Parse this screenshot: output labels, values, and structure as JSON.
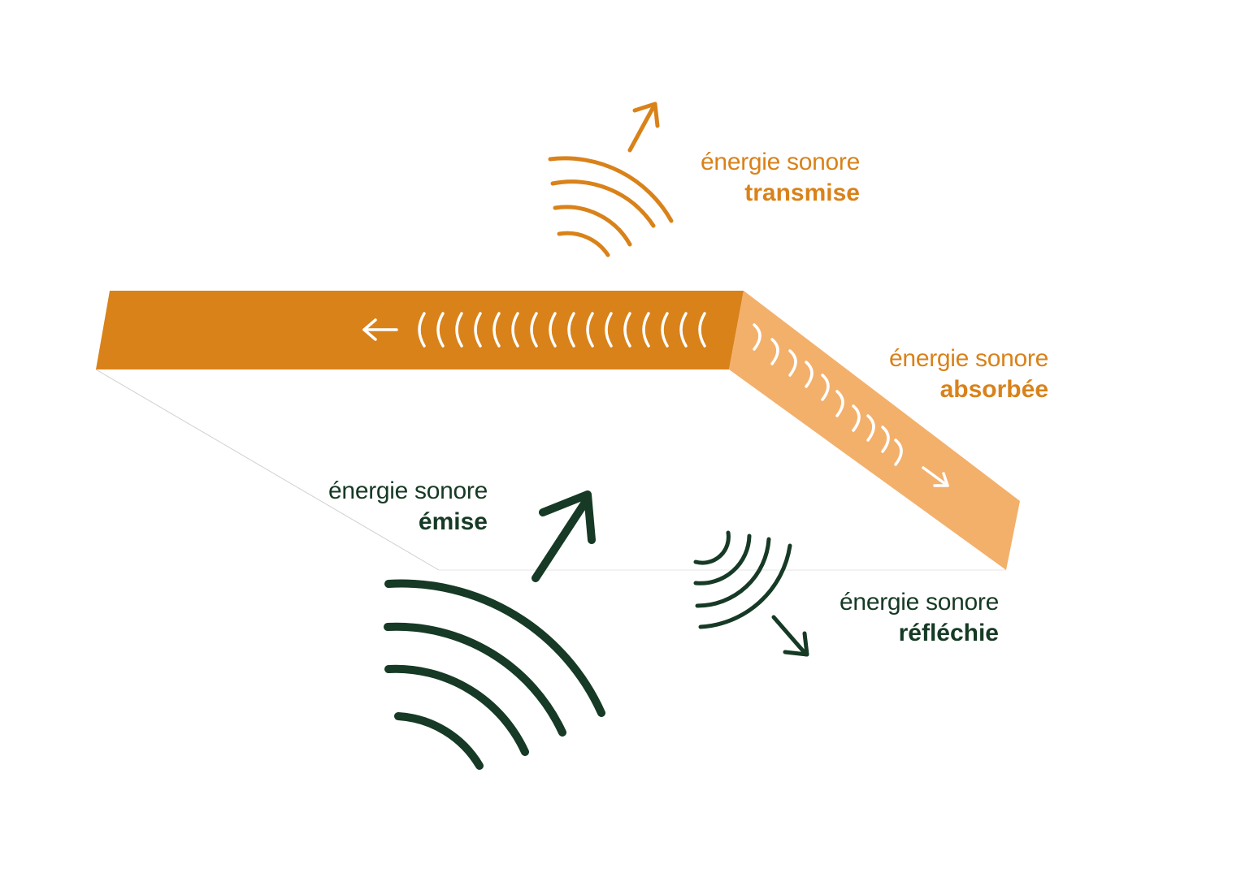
{
  "colors": {
    "orange": "#d9821a",
    "orange_light": "#f3b06b",
    "green": "#163a25",
    "white": "#ffffff",
    "floor_line": "#cfcfcf"
  },
  "labels": {
    "transmise": {
      "line1": "énergie sonore",
      "line2": "transmise"
    },
    "absorbee": {
      "line1": "énergie sonore",
      "line2": "absorbée"
    },
    "emise": {
      "line1": "énergie sonore",
      "line2": "émise"
    },
    "reflechie": {
      "line1": "énergie sonore",
      "line2": "réfléchie"
    }
  }
}
